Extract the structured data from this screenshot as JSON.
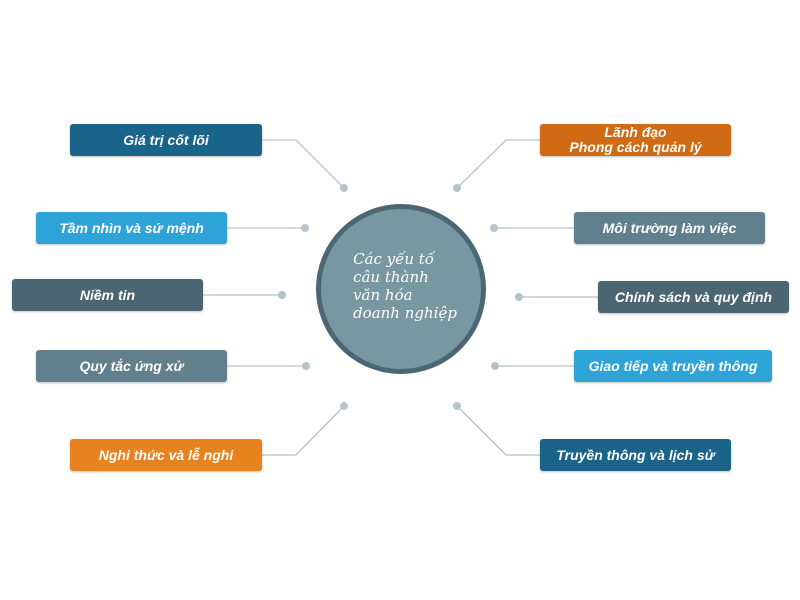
{
  "center": {
    "label": "Các yếu tố\n câu thành\n văn hóa\n doanh nghiệp"
  },
  "colors": {
    "dark_blue": "#1a6389",
    "sky_blue": "#2ea3d8",
    "slate": "#4b6572",
    "gray_blue": "#627f8e",
    "orange": "#e8821f",
    "burnt_orange": "#d06a14",
    "connector": "#b5c3cb",
    "dot": "#b5c3cb"
  },
  "nodes": {
    "left": [
      {
        "label": "Giá trị cốt lõi",
        "color": "#1a6389"
      },
      {
        "label": "Tầm nhìn và sứ mệnh",
        "color": "#2ea3d8"
      },
      {
        "label": "Niềm tin",
        "color": "#4b6572"
      },
      {
        "label": "Quy tắc ứng xử",
        "color": "#627f8e"
      },
      {
        "label": "Nghi thức và lễ nghi",
        "color": "#e8821f"
      }
    ],
    "right": [
      {
        "label": "Lãnh đạo\nPhong cách quản lý",
        "color": "#d06a14"
      },
      {
        "label": "Môi trường làm việc",
        "color": "#627f8e"
      },
      {
        "label": "Chính sách và quy định",
        "color": "#4b6572"
      },
      {
        "label": "Giao tiếp và truyền thông",
        "color": "#2ea3d8"
      },
      {
        "label": "Truyền thông và lịch sử",
        "color": "#1a6389"
      }
    ]
  }
}
